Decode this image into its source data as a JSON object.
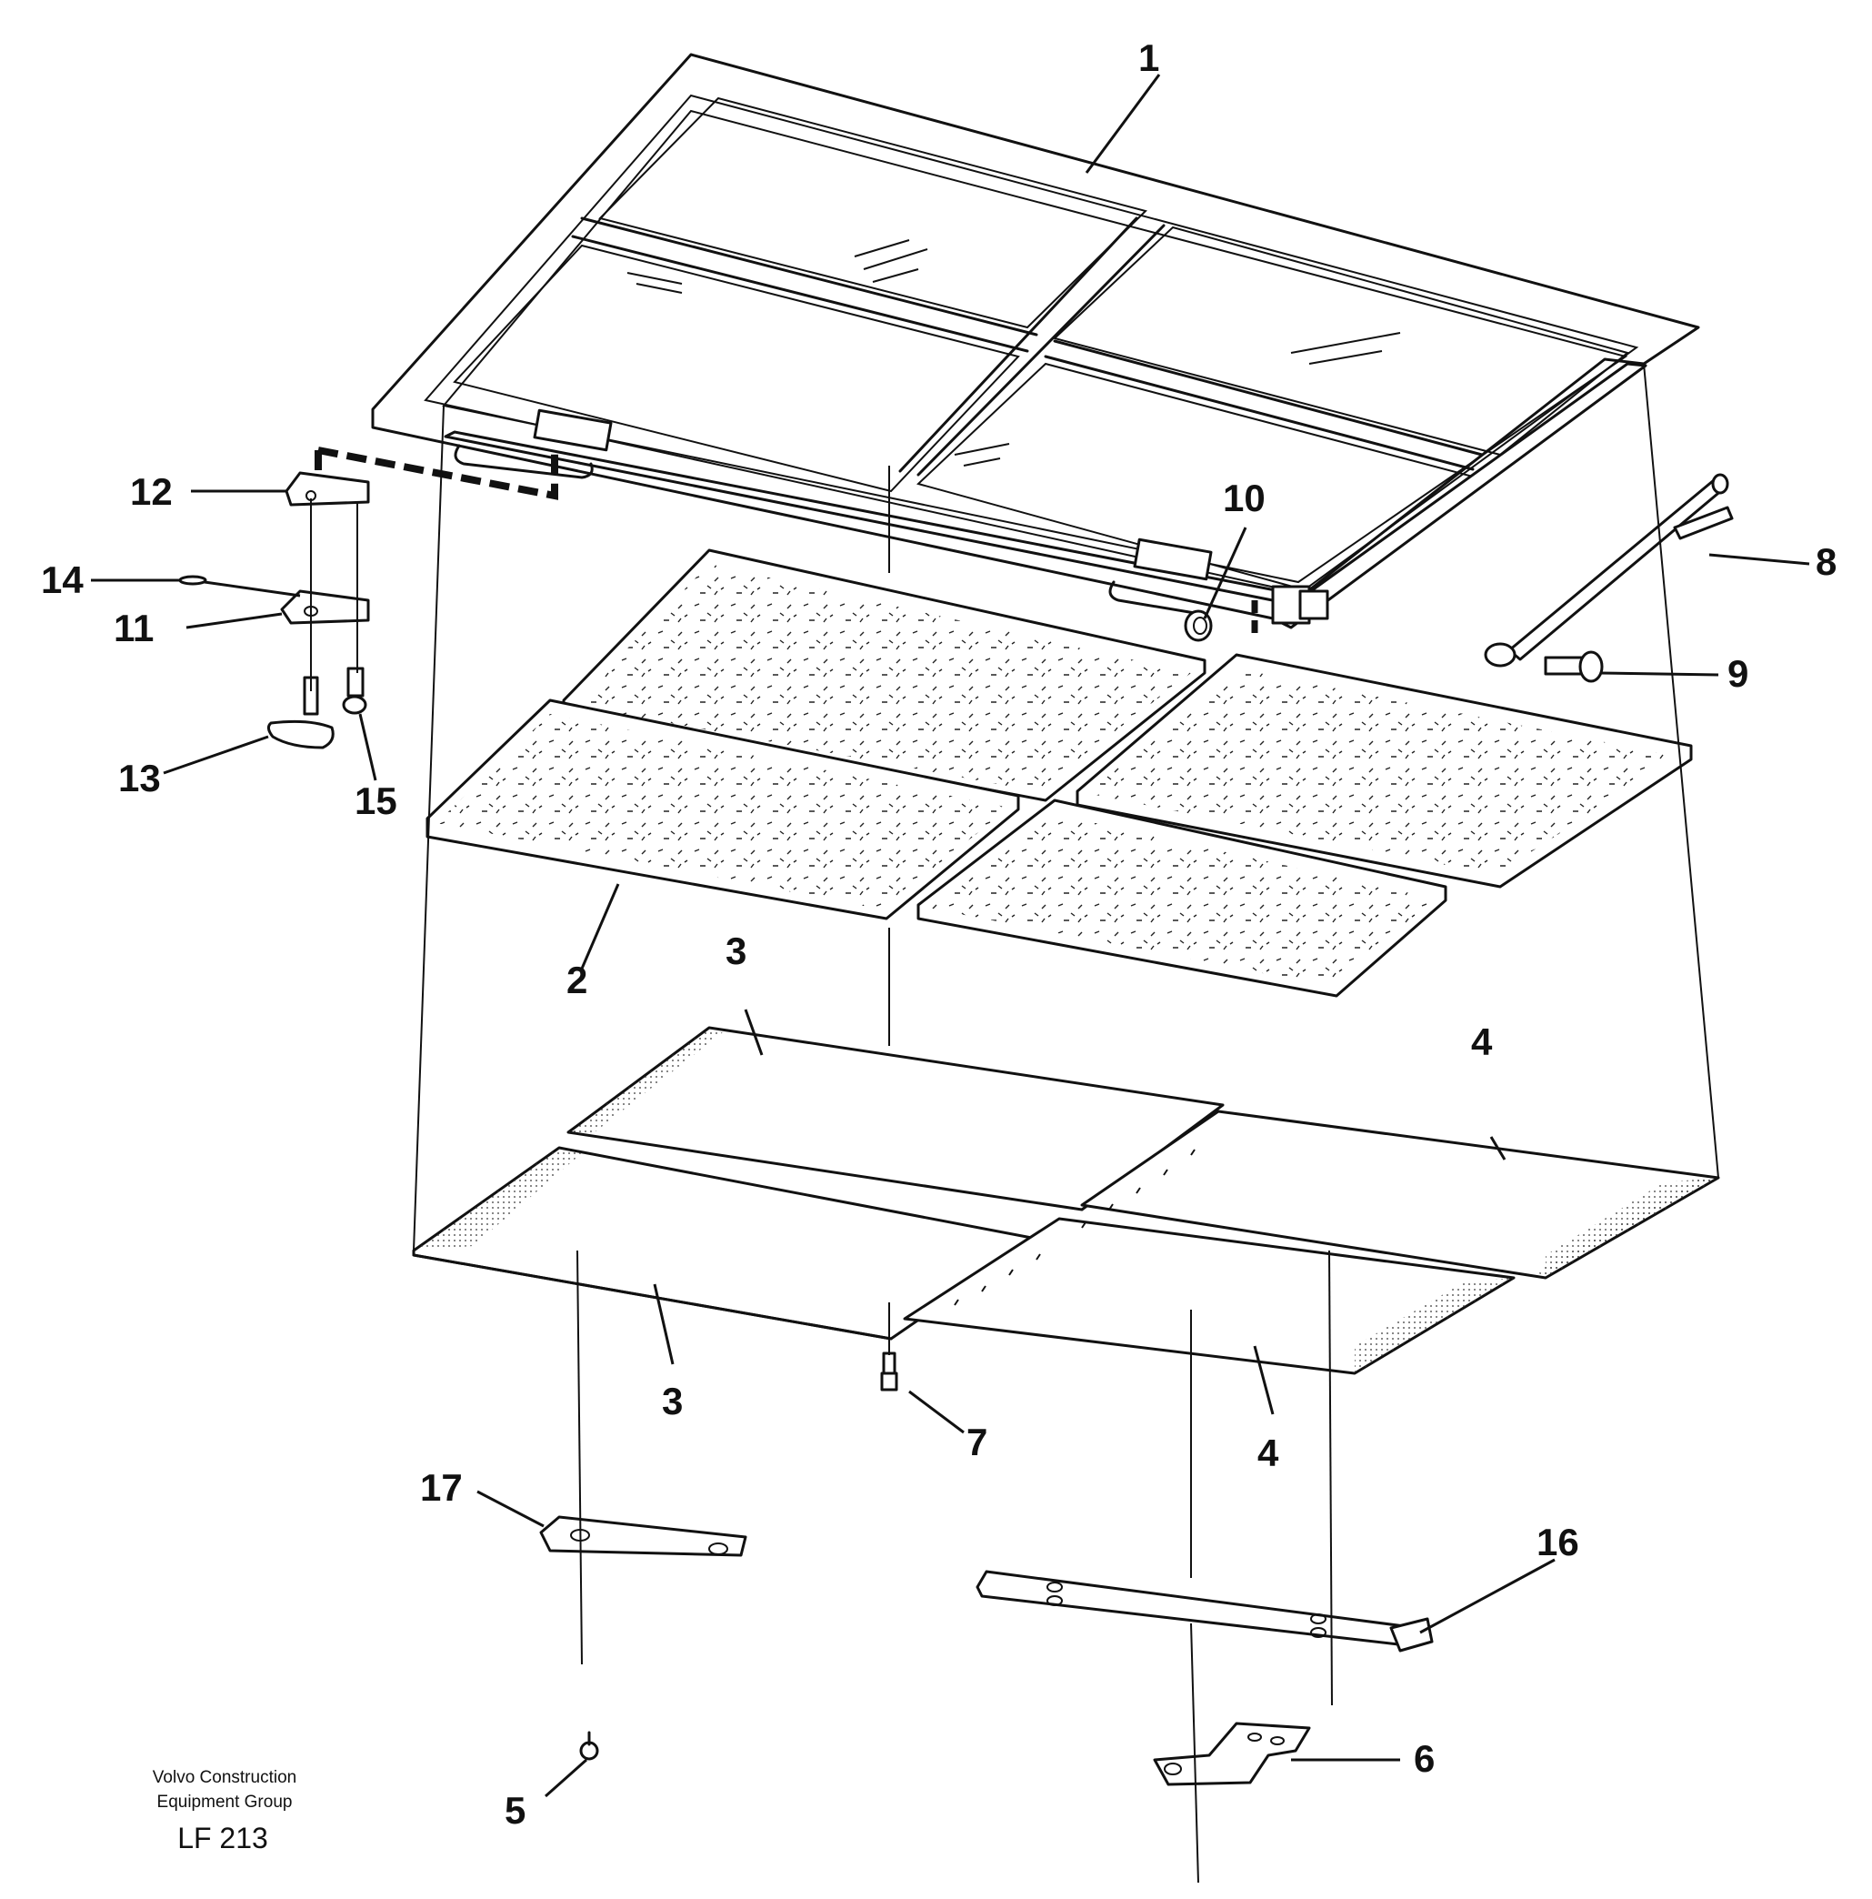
{
  "diagram": {
    "callouts": {
      "c1": "1",
      "c2": "2",
      "c3a": "3",
      "c3b": "3",
      "c4a": "4",
      "c4b": "4",
      "c5": "5",
      "c6": "6",
      "c7": "7",
      "c8": "8",
      "c9": "9",
      "c10": "10",
      "c11": "11",
      "c12": "12",
      "c13": "13",
      "c14": "14",
      "c15": "15",
      "c16": "16",
      "c17": "17"
    },
    "credit_line1": "Volvo Construction",
    "credit_line2": "Equipment Group",
    "drawing_code": "LF 213"
  }
}
